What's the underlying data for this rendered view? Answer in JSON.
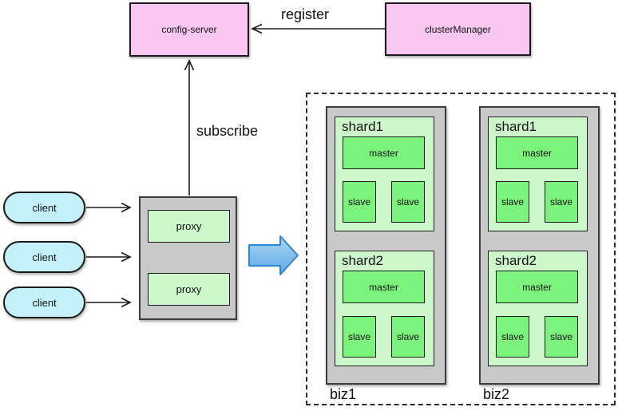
{
  "diagram": {
    "config_server": "config-server",
    "cluster_manager": "clusterManager",
    "register_label": "register",
    "subscribe_label": "subscribe",
    "clients": [
      "client",
      "client",
      "client"
    ],
    "proxies": [
      "proxy",
      "proxy"
    ],
    "bizs": [
      {
        "name": "biz1",
        "shards": [
          {
            "name": "shard1",
            "master": "master",
            "slaves": [
              "slave",
              "slave"
            ]
          },
          {
            "name": "shard2",
            "master": "master",
            "slaves": [
              "slave",
              "slave"
            ]
          }
        ]
      },
      {
        "name": "biz2",
        "shards": [
          {
            "name": "shard1",
            "master": "master",
            "slaves": [
              "slave",
              "slave"
            ]
          },
          {
            "name": "shard2",
            "master": "master",
            "slaves": [
              "slave",
              "slave"
            ]
          }
        ]
      }
    ]
  },
  "colors": {
    "pink": "#FAC7F2",
    "cyan": "#C4F1F9",
    "gray": "#C9C9C9",
    "green_light": "#CDF8CC",
    "green": "#7CF37C",
    "arrow_blue_light": "#A8D5F4",
    "arrow_blue_dark": "#5FA9E6",
    "arrow_blue_border": "#2E86CE",
    "line_black": "#1a1a1a"
  }
}
